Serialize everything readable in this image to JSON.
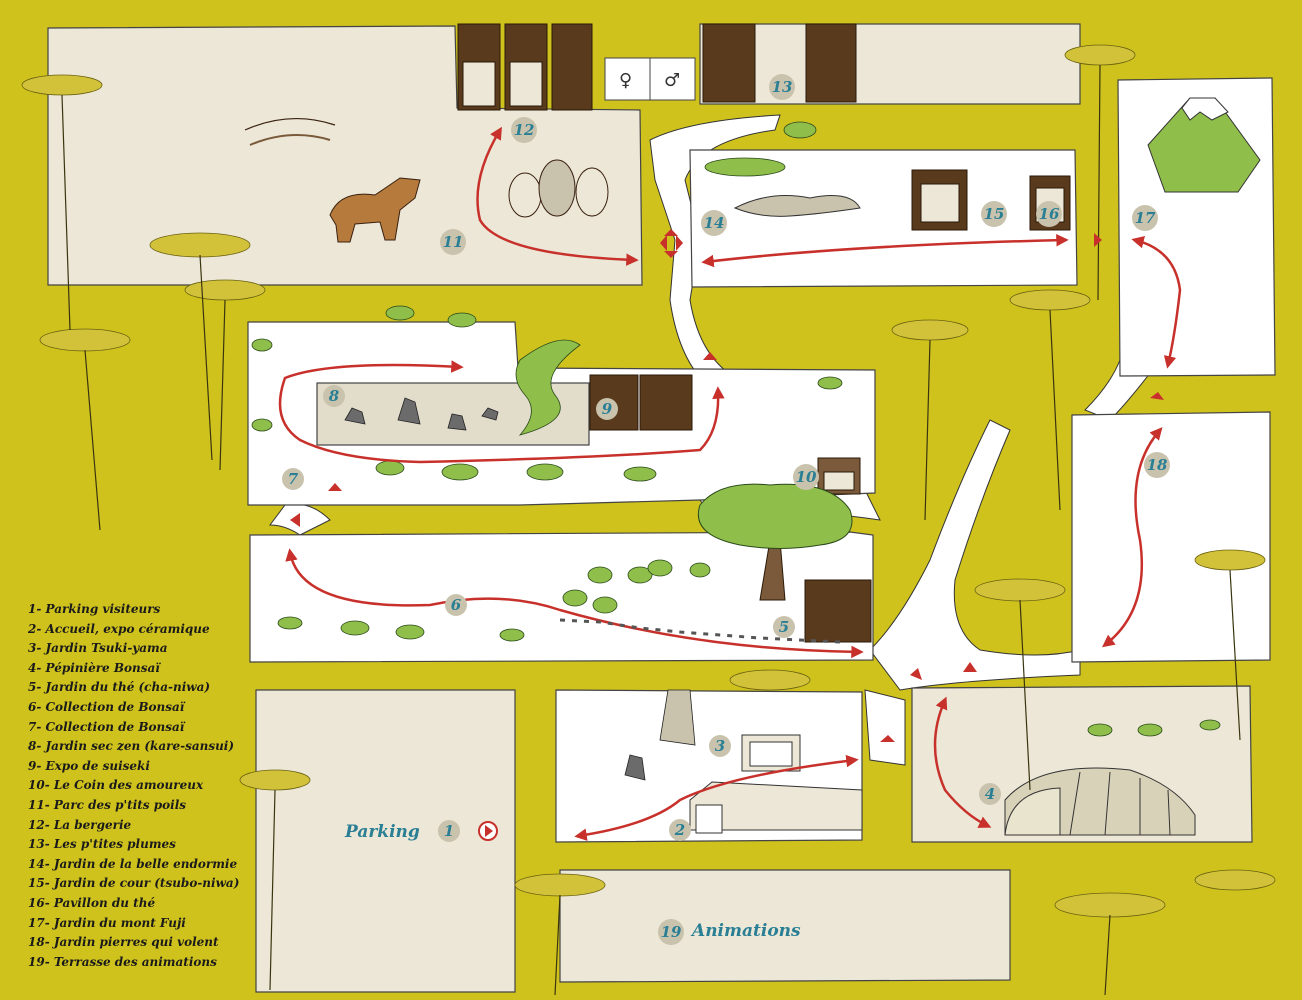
{
  "map": {
    "title": "",
    "colors": {
      "background": "#cfc21d",
      "zone": "#ece7d6",
      "zone_white": "#ffffff",
      "route_arrow": "#c8312b",
      "number_badge": "#c9c3ad",
      "number_text": "#2a7f95",
      "hut": "#5a3a1c",
      "tree_canopy": "#d2c23a",
      "grass_green": "#8fbf4a"
    },
    "zones": [
      {
        "id": "1",
        "label": "1"
      },
      {
        "id": "2",
        "label": "2"
      },
      {
        "id": "3",
        "label": "3"
      },
      {
        "id": "4",
        "label": "4"
      },
      {
        "id": "5",
        "label": "5"
      },
      {
        "id": "6",
        "label": "6"
      },
      {
        "id": "7",
        "label": "7"
      },
      {
        "id": "8",
        "label": "8"
      },
      {
        "id": "9",
        "label": "9"
      },
      {
        "id": "10",
        "label": "10"
      },
      {
        "id": "11",
        "label": "11"
      },
      {
        "id": "12",
        "label": "12"
      },
      {
        "id": "13",
        "label": "13"
      },
      {
        "id": "14",
        "label": "14"
      },
      {
        "id": "15",
        "label": "15"
      },
      {
        "id": "16",
        "label": "16"
      },
      {
        "id": "17",
        "label": "17"
      },
      {
        "id": "18",
        "label": "18"
      },
      {
        "id": "19",
        "label": "19"
      }
    ],
    "labels": {
      "parking": "Parking",
      "animations": "Animations",
      "female_symbol": "♀",
      "male_symbol": "♂"
    },
    "legend": [
      "1- Parking visiteurs",
      "2- Accueil, expo céramique",
      "3- Jardin Tsuki-yama",
      "4- Pépinière Bonsaï",
      "5- Jardin du thé (cha-niwa)",
      "6- Collection de Bonsaï",
      "7- Collection de Bonsaï",
      "8- Jardin sec zen (kare-sansui)",
      "9- Expo de suiseki",
      "10- Le Coin des amoureux",
      "11- Parc des p'tits poils",
      "12- La bergerie",
      "13- Les p'tites plumes",
      "14- Jardin de la belle endormie",
      "15- Jardin de cour (tsubo-niwa)",
      "16- Pavillon du thé",
      "17- Jardin du mont Fuji",
      "18- Jardin pierres qui volent",
      "19- Terrasse des animations"
    ]
  }
}
